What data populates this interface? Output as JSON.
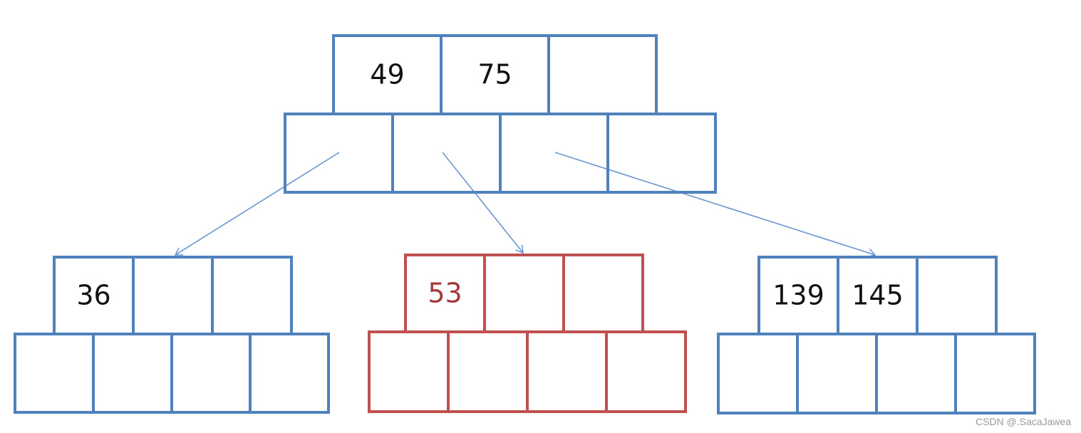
{
  "colors": {
    "blue": "#4F81BD",
    "red": "#C0504D",
    "text": "#111111",
    "highlight_text": "#A33A3A",
    "arrow": "#6A95D0"
  },
  "nodes": [
    {
      "id": "root",
      "keys": [
        "49",
        "75",
        ""
      ],
      "highlighted": false
    },
    {
      "id": "left",
      "keys": [
        "36",
        "",
        ""
      ],
      "highlighted": false
    },
    {
      "id": "middle",
      "keys": [
        "53",
        "",
        ""
      ],
      "highlighted": true
    },
    {
      "id": "right",
      "keys": [
        "139",
        "145",
        ""
      ],
      "highlighted": false
    }
  ],
  "edges": [
    {
      "from": "root",
      "pointer": 0,
      "to": "left"
    },
    {
      "from": "root",
      "pointer": 1,
      "to": "middle"
    },
    {
      "from": "root",
      "pointer": 2,
      "to": "right"
    }
  ],
  "watermark": "CSDN @.SacaJawea"
}
